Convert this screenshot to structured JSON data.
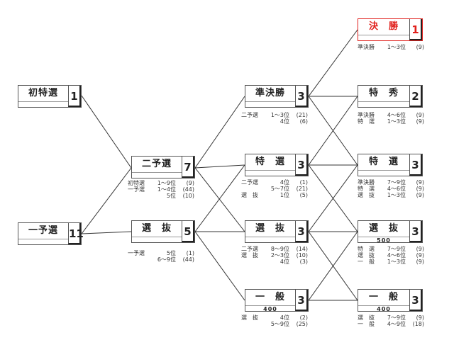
{
  "nodes": {
    "kessho": {
      "name": "決　勝",
      "count": "1",
      "sub": ""
    },
    "junkessho": {
      "name": "準決勝",
      "count": "3",
      "sub": ""
    },
    "tokushu": {
      "name": "特　秀",
      "count": "2",
      "sub": ""
    },
    "shosen": {
      "name": "初特選",
      "count": "1",
      "sub": ""
    },
    "niyosen": {
      "name": "二予選",
      "count": "7",
      "sub": ""
    },
    "tokusen_m": {
      "name": "特　選",
      "count": "3",
      "sub": ""
    },
    "tokusen_r": {
      "name": "特　選",
      "count": "3",
      "sub": ""
    },
    "ichiyosen": {
      "name": "一予選",
      "count": "11",
      "sub": ""
    },
    "senbatsu_l": {
      "name": "選　抜",
      "count": "5",
      "sub": ""
    },
    "senbatsu_m": {
      "name": "選　抜",
      "count": "3",
      "sub": ""
    },
    "senbatsu_r": {
      "name": "選　抜",
      "count": "3",
      "sub": "500"
    },
    "ippan_m": {
      "name": "一　般",
      "count": "3",
      "sub": "400"
    },
    "ippan_r": {
      "name": "一　般",
      "count": "3",
      "sub": "400"
    }
  },
  "notes": {
    "kessho": [
      {
        "a": "準決勝",
        "b": "1～3位",
        "c": "(9)"
      }
    ],
    "niyosen": [
      {
        "a": "初特選",
        "b": "1～9位",
        "c": "(9)"
      },
      {
        "a": "一予選",
        "b": "1～4位",
        "c": "(44)"
      },
      {
        "a": "",
        "b": "5位",
        "c": "(10)"
      }
    ],
    "senbatsu_l": [
      {
        "a": "一予選",
        "b": "5位",
        "c": "(1)"
      },
      {
        "a": "",
        "b": "6～9位",
        "c": "(44)"
      }
    ],
    "junkessho": [
      {
        "a": "二予選",
        "b": "1～3位",
        "c": "(21)"
      },
      {
        "a": "",
        "b": "4位",
        "c": "(6)"
      }
    ],
    "tokusen_m": [
      {
        "a": "二予選",
        "b": "4位",
        "c": "(1)"
      },
      {
        "a": "",
        "b": "5～7位",
        "c": "(21)"
      },
      {
        "a": "選　抜",
        "b": "1位",
        "c": "(5)"
      }
    ],
    "senbatsu_m": [
      {
        "a": "二予選",
        "b": "8～9位",
        "c": "(14)"
      },
      {
        "a": "選　抜",
        "b": "2～3位",
        "c": "(10)"
      },
      {
        "a": "",
        "b": "4位",
        "c": "(3)"
      }
    ],
    "ippan_m": [
      {
        "a": "選　抜",
        "b": "4位",
        "c": "(2)"
      },
      {
        "a": "",
        "b": "5～9位",
        "c": "(25)"
      }
    ],
    "tokushu": [
      {
        "a": "準決勝",
        "b": "4～6位",
        "c": "(9)"
      },
      {
        "a": "特　選",
        "b": "1～3位",
        "c": "(9)"
      }
    ],
    "tokusen_r": [
      {
        "a": "準決勝",
        "b": "7～9位",
        "c": "(9)"
      },
      {
        "a": "特　選",
        "b": "4～6位",
        "c": "(9)"
      },
      {
        "a": "選　抜",
        "b": "1～3位",
        "c": "(9)"
      }
    ],
    "senbatsu_r": [
      {
        "a": "特　選",
        "b": "7～9位",
        "c": "(9)"
      },
      {
        "a": "選　抜",
        "b": "4～6位",
        "c": "(9)"
      },
      {
        "a": "一　般",
        "b": "1～3位",
        "c": "(9)"
      }
    ],
    "ippan_r": [
      {
        "a": "選　抜",
        "b": "7～9位",
        "c": "(9)"
      },
      {
        "a": "一　般",
        "b": "4～9位",
        "c": "(18)"
      }
    ]
  },
  "colors": {
    "final": "#e0201c",
    "line": "#333333"
  }
}
